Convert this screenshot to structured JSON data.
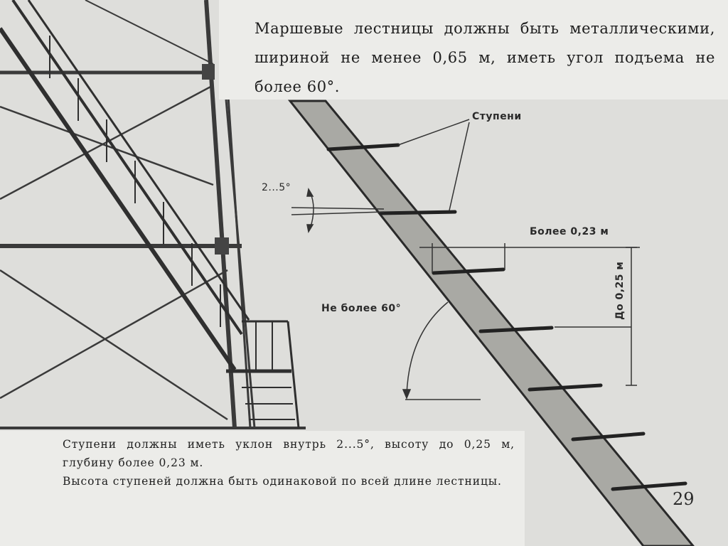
{
  "top_caption": "Маршевые лестницы должны быть металлическими, шириной не менее 0,65 м, иметь угол подъема не более 60°.",
  "bottom_caption": {
    "line1": "Ступени должны иметь уклон внутрь 2...5°, высоту до 0,25 м, глубину более 0,23 м.",
    "line2": "Высота ступеней должна быть одинаковой по всей длине лестницы."
  },
  "labels": {
    "steps": "Ступени",
    "slope": "2...5°",
    "depth": "Более 0,23 м",
    "height": "До 0,25 м",
    "angle": "Не более 60°"
  },
  "page_number": "29",
  "colors": {
    "paper": "#dededb",
    "text_box": "#ecece9",
    "ink": "#1e1e1e",
    "stringer": "#a9a9a4"
  }
}
